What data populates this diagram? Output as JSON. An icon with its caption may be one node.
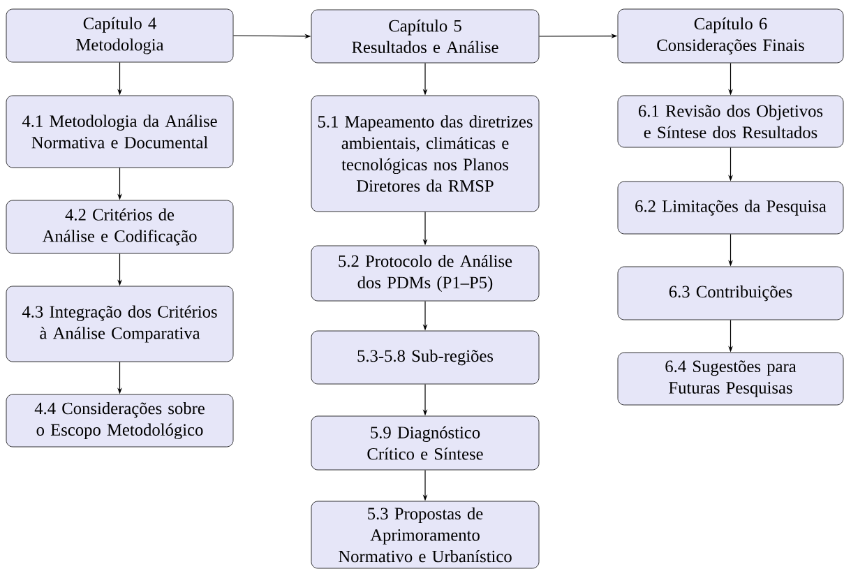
{
  "diagram": {
    "nodes": [
      {
        "text": [
          "Capítulo 4",
          "Metodologia"
        ]
      },
      {
        "text": [
          "4.1 Metodologia da Análise Normativa e Documental"
        ]
      },
      {
        "text": [
          "4.2 Critérios de Análise e Codificação"
        ]
      },
      {
        "text": [
          "4.3 Integração dos Critérios à Análise Comparativa"
        ]
      },
      {
        "text": [
          "4.4 Considerações sobre o Escopo Metodológico"
        ]
      },
      {
        "text": [
          "Capítulo 5",
          "Resultados e Análise"
        ]
      },
      {
        "text": [
          "5.1 Mapeamento das diretrizes ambientais, climáticas e tecnológicas nos Planos Diretores da RMSP"
        ]
      },
      {
        "text": [
          "5.2 Protocolo de Análise dos PDMs (P1–P5)"
        ]
      },
      {
        "text": [
          "5.3-5.8 Sub-regiões"
        ]
      },
      {
        "text": [
          "5.9 Diagnóstico Crítico e Síntese"
        ]
      },
      {
        "text": [
          "5.3 Propostas de Aprimoramento Normativo e Urbanístico"
        ]
      },
      {
        "text": [
          "Capítulo 6",
          "Considerações Finais"
        ]
      },
      {
        "text": [
          "6.1 Revisão dos Objetivos e Síntese dos Resultados"
        ]
      },
      {
        "text": [
          "6.2 Limitações da Pesquisa"
        ]
      },
      {
        "text": [
          "6.3 Contribuições"
        ]
      },
      {
        "text": [
          "6.4 Sugestões para Futuras Pesquisas"
        ]
      }
    ],
    "edges": [
      {
        "from": 0,
        "to": 5,
        "arrow": "to"
      },
      {
        "from": 5,
        "to": 11,
        "arrow": "to"
      },
      {
        "from": 0,
        "to": 1,
        "arrow": "to"
      },
      {
        "from": 1,
        "to": 2,
        "arrow": "to"
      },
      {
        "from": 2,
        "to": 3,
        "arrow": "to"
      },
      {
        "from": 3,
        "to": 4,
        "arrow": "to"
      },
      {
        "from": 5,
        "to": 6,
        "arrow": "to"
      },
      {
        "from": 6,
        "to": 7,
        "arrow": "to"
      },
      {
        "from": 7,
        "to": 8,
        "arrow": "to"
      },
      {
        "from": 8,
        "to": 9,
        "arrow": "to"
      },
      {
        "from": 9,
        "to": 10,
        "arrow": "to"
      },
      {
        "from": 11,
        "to": 12,
        "arrow": "to"
      },
      {
        "from": 12,
        "to": 13,
        "arrow": "to"
      },
      {
        "from": 13,
        "to": 14,
        "arrow": "to"
      },
      {
        "from": 14,
        "to": 15,
        "arrow": "to"
      }
    ]
  }
}
